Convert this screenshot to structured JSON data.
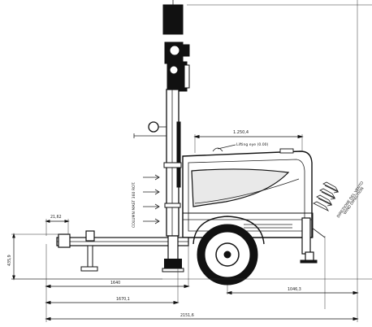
{
  "dimensions": {
    "body_length": "1.250,4",
    "hitch_offset": "21,62",
    "left_height": "435,9",
    "axle_to_tongue": "1640",
    "wheel_to_rear": "1046,3",
    "mid_length": "1670,1",
    "total_length": "2151,6"
  },
  "annotations": {
    "lifting_eye": "Lifting eye (0.00)",
    "wind_direction": "DIREZIONE DEL VENTO",
    "wind_direction_sub": "WIND DIRECTION",
    "mast_column": "COLUMN MAST 360 ROT."
  },
  "colors": {
    "ink": "#111111",
    "panel": "#e9e9e9",
    "background": "#ffffff"
  }
}
